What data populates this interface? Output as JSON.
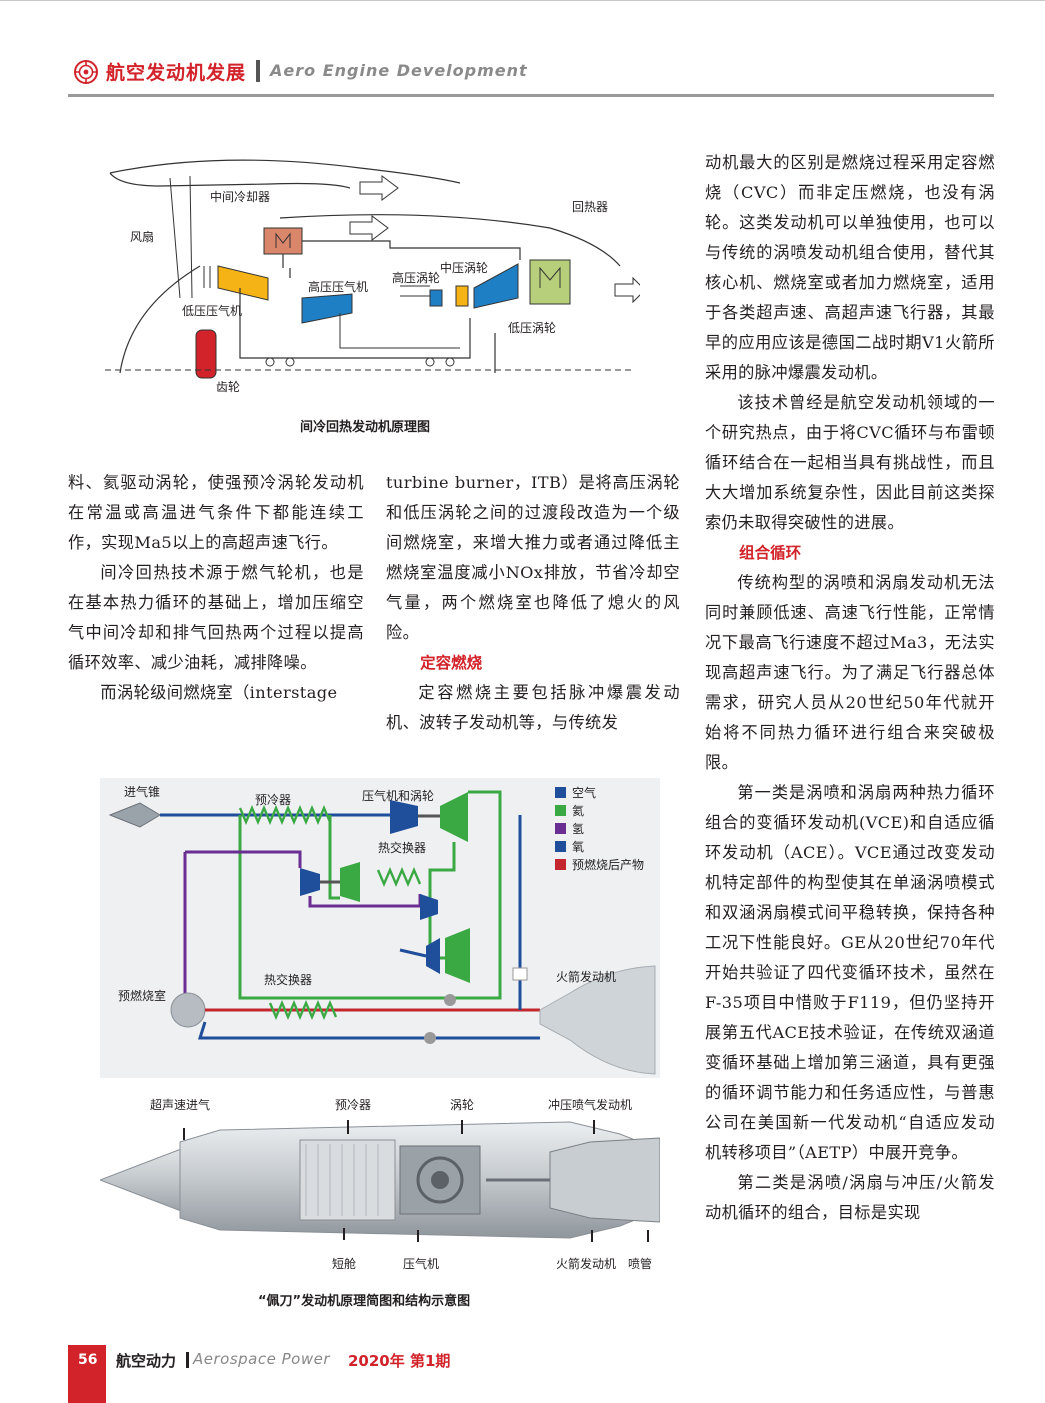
{
  "header": {
    "journal_cn": "航空发动机发展",
    "journal_en": "Aero Engine Development"
  },
  "figure1": {
    "caption": "间冷回热发动机原理图",
    "labels": {
      "fan": "风扇",
      "intercooler": "中间冷却器",
      "recuperator": "回热器",
      "hp_compressor": "高压压气机",
      "hp_turbine": "高压涡轮",
      "ip_turbine": "中压涡轮",
      "lp_compressor": "低压压气机",
      "lp_turbine": "低压涡轮",
      "gear": "齿轮"
    },
    "colors": {
      "lp_compressor": "#f5b315",
      "hp_blue": "#1f7fc4",
      "intercooler": "#d9866a",
      "recuperator": "#b7cf7a"
    }
  },
  "figure2": {
    "caption": "“佩刀”发动机原理简图和结构示意图",
    "labels": {
      "inlet_cone": "进气锥",
      "precooler": "预冷器",
      "compressor_turbine": "压气机和涡轮",
      "heat_exchanger_top": "热交换器",
      "heat_exchanger_bottom": "热交换器",
      "preburner": "预燃烧室",
      "rocket_engine": "火箭发动机"
    },
    "legend": [
      {
        "label": "空气",
        "color": "#1f4e9a"
      },
      {
        "label": "氦",
        "color": "#3aa843"
      },
      {
        "label": "氢",
        "color": "#6a2d91"
      },
      {
        "label": "氧",
        "color": "#1f4e9a"
      },
      {
        "label": "预燃烧后产物",
        "color": "#c4262e"
      }
    ],
    "structure_labels": {
      "supersonic_inlet": "超声速进气",
      "precooler": "预冷器",
      "turbine": "涡轮",
      "ramjet": "冲压喷气发动机",
      "nacelle": "短舱",
      "compressor": "压气机",
      "rocket_engine": "火箭发动机",
      "nozzle": "喷管"
    }
  },
  "left_column": {
    "p1": "料、氦驱动涡轮，使强预冷涡轮发动机在常温或高温进气条件下都能连续工作，实现Ma5以上的高超声速飞行。",
    "p2": "间冷回热技术源于燃气轮机，也是在基本热力循环的基础上，增加压缩空气中间冷却和排气回热两个过程以提高循环效率、减少油耗，减排降噪。",
    "p3": "而涡轮级间燃烧室（interstage"
  },
  "middle_column": {
    "p1": "turbine burner，ITB）是将高压涡轮和低压涡轮之间的过渡段改造为一个级间燃烧室，来增大推力或者通过降低主燃烧室温度减小NOx排放，节省冷却空气量，两个燃烧室也降低了熄火的风险。",
    "heading": "定容燃烧",
    "p2": "定容燃烧主要包括脉冲爆震发动机、波转子发动机等，与传统发"
  },
  "right_column": {
    "p1": "动机最大的区别是燃烧过程采用定容燃烧（CVC）而非定压燃烧，也没有涡轮。这类发动机可以单独使用，也可以与传统的涡喷发动机组合使用，替代其核心机、燃烧室或者加力燃烧室，适用于各类超声速、高超声速飞行器，其最早的应用应该是德国二战时期V1火箭所采用的脉冲爆震发动机。",
    "p2": "该技术曾经是航空发动机领域的一个研究热点，由于将CVC循环与布雷顿循环结合在一起相当具有挑战性，而且大大增加系统复杂性，因此目前这类探索仍未取得突破性的进展。",
    "heading": "组合循环",
    "p3": "传统构型的涡喷和涡扇发动机无法同时兼顾低速、高速飞行性能，正常情况下最高飞行速度不超过Ma3，无法实现高超声速飞行。为了满足飞行器总体需求，研究人员从20世纪50年代就开始将不同热力循环进行组合来突破极限。",
    "p4": "第一类是涡喷和涡扇两种热力循环组合的变循环发动机(VCE)和自适应循环发动机（ACE）。VCE通过改变发动机特定部件的构型使其在单涵涡喷模式和双涵涡扇模式间平稳转换，保持各种工况下性能良好。GE从20世纪70年代开始共验证了四代变循环技术，虽然在F-35项目中惜败于F119，但仍坚持开展第五代ACE技术验证，在传统双涵道变循环基础上增加第三涵道，具有更强的循环调节能力和任务适应性，与普惠公司在美国新一代发动机“自适应发动机转移项目”（AETP）中展开竞争。",
    "p5": "第二类是涡喷/涡扇与冲压/火箭发动机循环的组合，目标是实现"
  },
  "footer": {
    "page_number": "56",
    "magazine_cn": "航空动力",
    "magazine_en": "Aerospace Power",
    "issue": "2020年 第1期"
  }
}
